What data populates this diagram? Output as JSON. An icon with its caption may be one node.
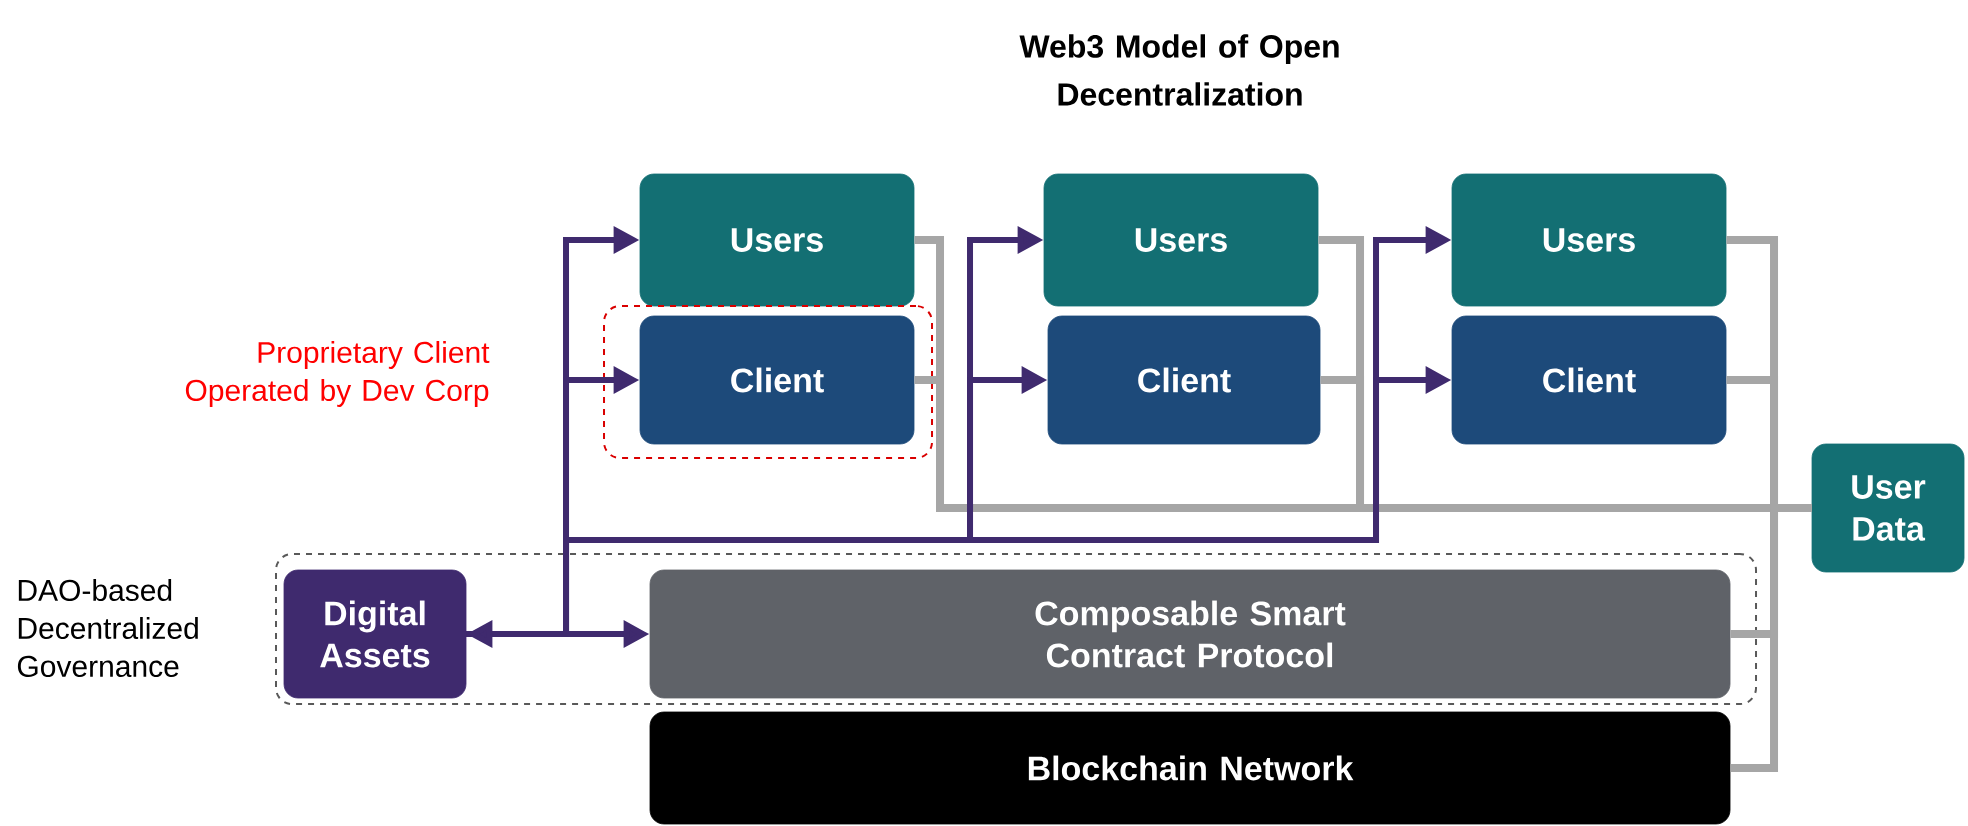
{
  "diagram": {
    "title": "Web3 Model of Open Decentralization",
    "nodes": [
      {
        "text": [
          "Users"
        ]
      },
      {
        "text": [
          "Proprietary Client Operated by Dev Corp"
        ]
      },
      {
        "text": [
          "Client"
        ],
        "in": 1
      },
      {
        "text": [
          "Users"
        ]
      },
      {
        "text": [
          "Client"
        ]
      },
      {
        "text": [
          "Users"
        ]
      },
      {
        "text": [
          "Client"
        ]
      },
      {
        "text": [
          "User Data"
        ]
      },
      {
        "text": [
          "DAO-based Decentralized Governance"
        ]
      },
      {
        "text": [
          "Digital Assets"
        ],
        "in": 8
      },
      {
        "text": [
          "Composable Smart Contract Protocol"
        ],
        "in": 8
      },
      {
        "text": [
          "Blockchain Network"
        ]
      }
    ],
    "edges": [
      {
        "from": 9,
        "to": 10,
        "arrow": "both",
        "color": "#3f2a6e"
      },
      {
        "from": 9,
        "to": 0,
        "arrow": "to",
        "color": "#3f2a6e"
      },
      {
        "from": 9,
        "to": 2,
        "arrow": "to",
        "color": "#3f2a6e"
      },
      {
        "from": 9,
        "to": 3,
        "arrow": "to",
        "color": "#3f2a6e"
      },
      {
        "from": 9,
        "to": 4,
        "arrow": "to",
        "color": "#3f2a6e"
      },
      {
        "from": 9,
        "to": 5,
        "arrow": "to",
        "color": "#3f2a6e"
      },
      {
        "from": 9,
        "to": 6,
        "arrow": "to",
        "color": "#3f2a6e"
      },
      {
        "from": 0,
        "to": 7,
        "arrow": "none"
      },
      {
        "from": 2,
        "to": 7,
        "arrow": "none"
      },
      {
        "from": 3,
        "to": 7,
        "arrow": "none"
      },
      {
        "from": 4,
        "to": 7,
        "arrow": "none"
      },
      {
        "from": 5,
        "to": 7,
        "arrow": "none"
      },
      {
        "from": 6,
        "to": 7,
        "arrow": "none"
      },
      {
        "from": 10,
        "to": 7,
        "arrow": "none"
      },
      {
        "from": 11,
        "to": 7,
        "arrow": "none"
      }
    ]
  }
}
